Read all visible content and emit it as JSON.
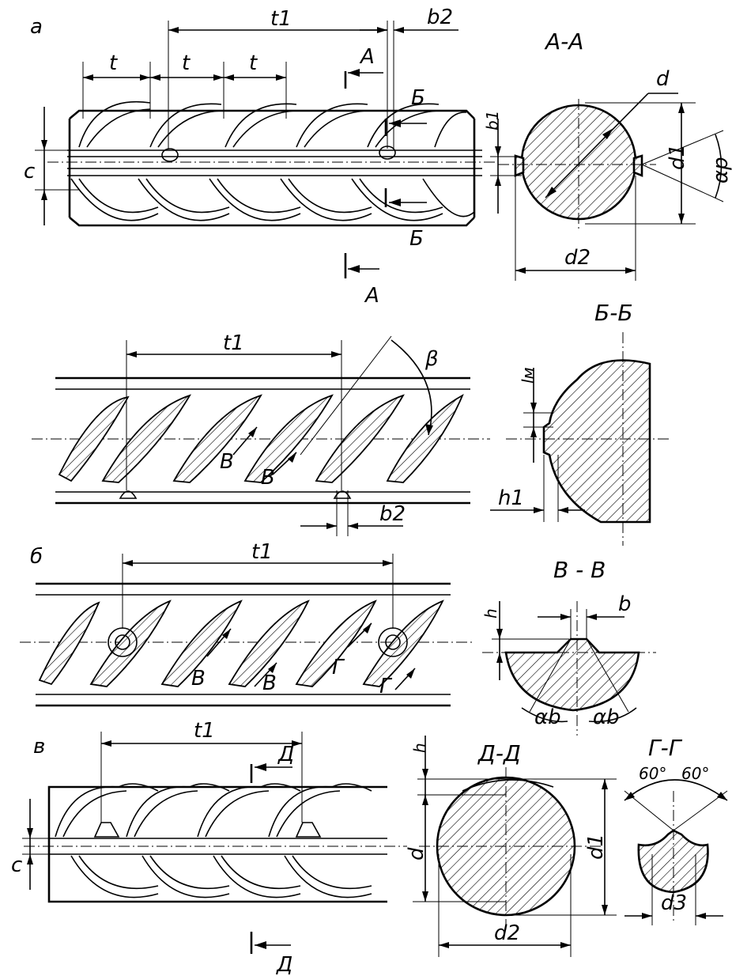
{
  "views": {
    "a": {
      "label": "a",
      "t1": "t1",
      "b2": "b2",
      "t": "t",
      "cut_A": "A",
      "cut_B": "Б",
      "c": "c"
    },
    "section_AA": {
      "title": "А-А",
      "d": "d",
      "b1": "b1",
      "d1": "d1",
      "d2": "d2",
      "alpha_p": "αp"
    },
    "top": {
      "t1": "t1",
      "beta": "β",
      "cut_V": "В",
      "b2": "b2"
    },
    "section_BB": {
      "title": "Б-Б",
      "lm": "lм",
      "h1": "h1"
    },
    "b": {
      "label": "б",
      "t1": "t1",
      "cut_V": "В",
      "cut_G": "Г"
    },
    "section_VV": {
      "title": "В - В",
      "h": "h",
      "b": "b",
      "alpha_b": "αb"
    },
    "v": {
      "label": "в",
      "t1": "t1",
      "cut_D": "Д",
      "c": "c"
    },
    "section_DD": {
      "title": "Д-Д",
      "h": "h",
      "d": "d",
      "d1": "d1",
      "d2": "d2"
    },
    "section_GG": {
      "title": "Г-Г",
      "angle_left": "60°",
      "angle_right": "60°",
      "d3": "d3"
    }
  }
}
